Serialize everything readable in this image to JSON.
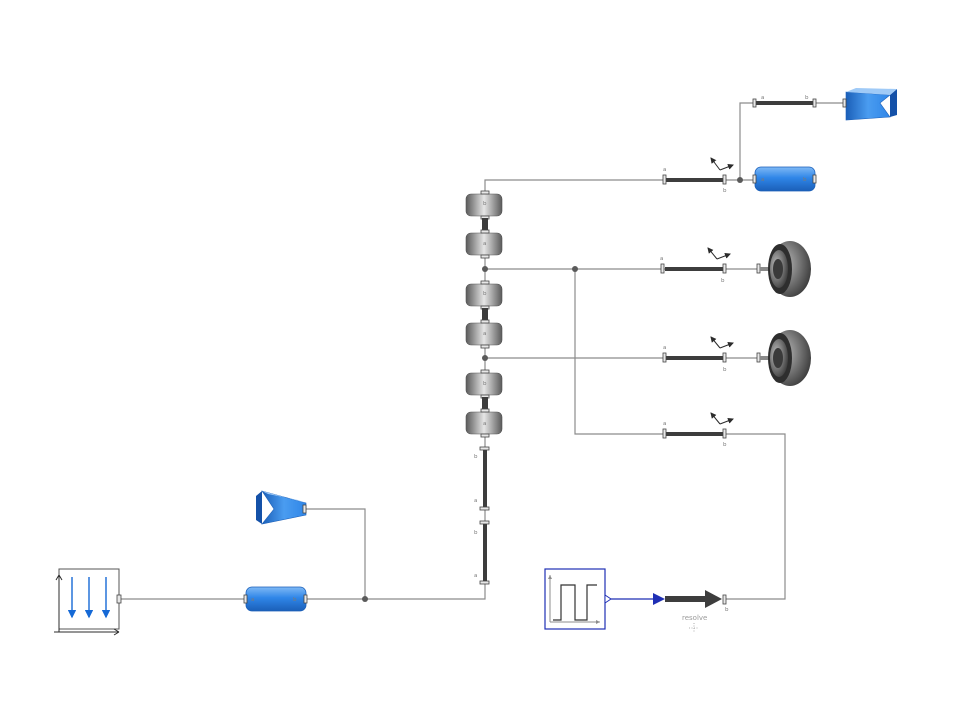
{
  "labels": {
    "a": "a",
    "b": "b",
    "resolve": "resolve"
  },
  "colors": {
    "wire": "#8c8c8c",
    "signal": "#1f2fb5",
    "body_blue": "#2f86e8",
    "rod": "#3d3d3d",
    "gear_gray": "#9a9a9a"
  },
  "icons": [
    "uniform-gravity-icon",
    "body-cylinder-icon",
    "body-shape-icon",
    "bearing-icon",
    "wheel-icon",
    "fixed-translation-icon",
    "frame-axes-icon",
    "pulse-signal-icon",
    "signal-to-frame-icon"
  ]
}
